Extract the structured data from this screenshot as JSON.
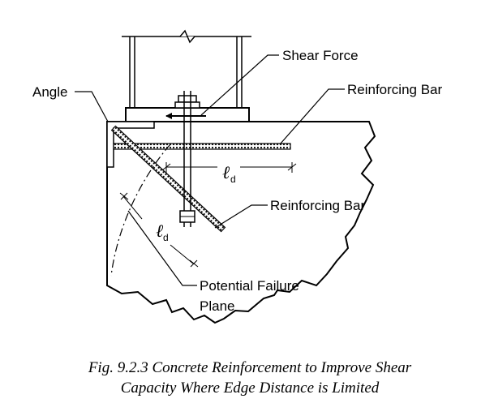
{
  "labels": {
    "shear_force": "Shear Force",
    "reinforcing_bar_top": "Reinforcing Bar",
    "angle": "Angle",
    "reinforcing_bar_diag": "Reinforcing Bar",
    "potential_failure_line1": "Potential Failure",
    "potential_failure_line2": "Plane"
  },
  "dimensions": {
    "ld_symbol": "ℓ",
    "ld_subscript": "d"
  },
  "caption": {
    "line1": "Fig. 9.2.3  Concrete Reinforcement to Improve Shear",
    "line2": "Capacity Where Edge Distance is Limited"
  }
}
